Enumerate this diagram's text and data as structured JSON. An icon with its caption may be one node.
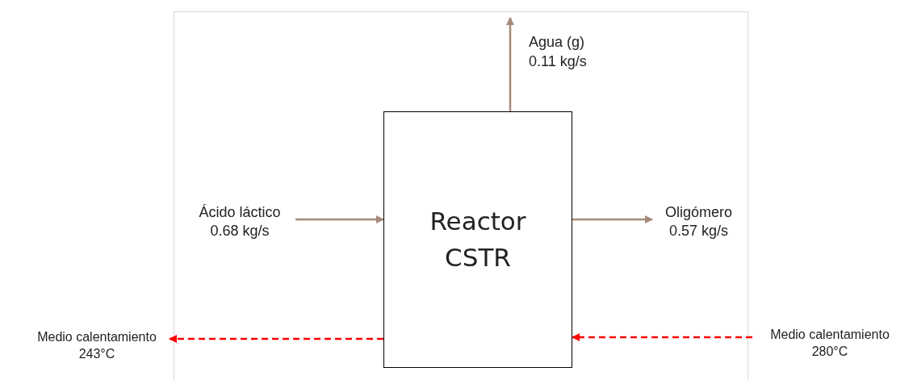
{
  "diagram": {
    "nodes": [
      {
        "text": [
          "Reactor CSTR"
        ]
      },
      {
        "text": [
          "Ácido láctico 0.68 kg/s"
        ]
      },
      {
        "text": [
          "Oligómero 0.57 kg/s"
        ]
      },
      {
        "text": [
          "Medio calentamiento 243°C"
        ]
      },
      {
        "text": [
          "Medio calentamiento 280°C"
        ]
      }
    ],
    "edges": [
      {
        "from": 1,
        "to": 0,
        "arrow": "to"
      },
      {
        "from": 0,
        "to": 2,
        "arrow": "to"
      },
      {
        "from": 0,
        "to": null,
        "arrow": "to",
        "label": "Agua (g) 0.11 kg/s"
      },
      {
        "from": 0,
        "to": 3,
        "arrow": "to",
        "style": "dashed",
        "color": "#ff0000"
      },
      {
        "from": 4,
        "to": 0,
        "arrow": "to",
        "style": "dashed",
        "color": "#ff0000"
      }
    ]
  }
}
